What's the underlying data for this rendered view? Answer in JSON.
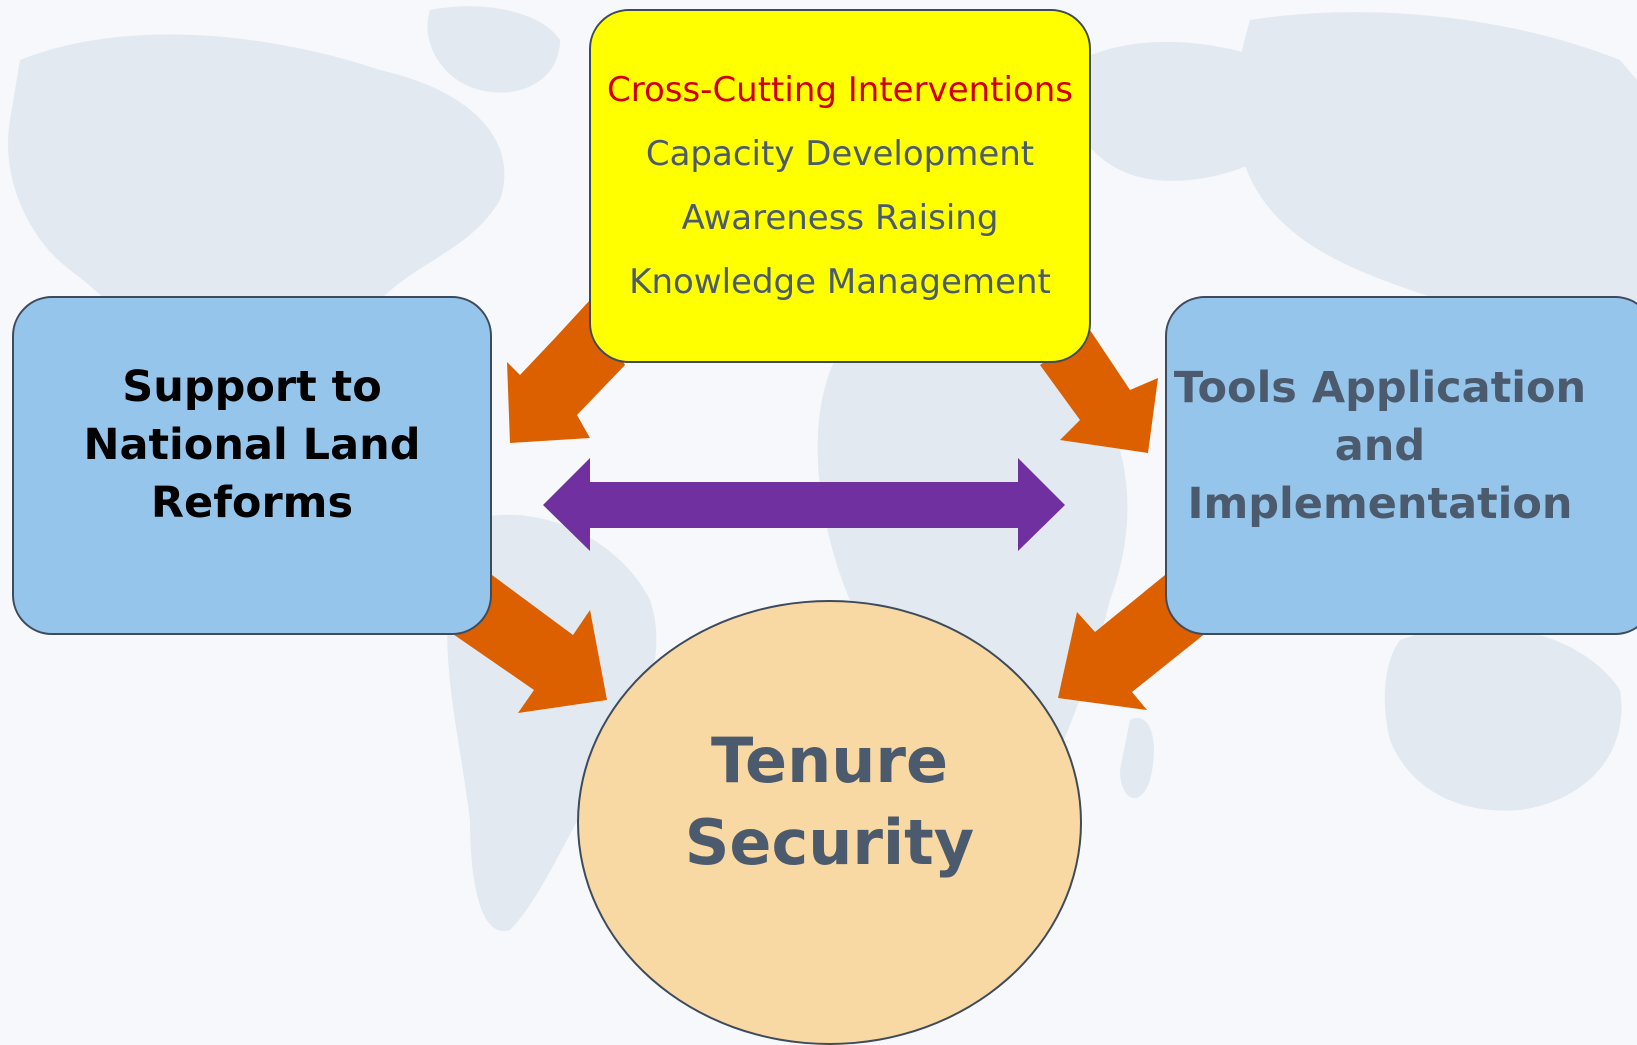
{
  "cross_cutting": {
    "heading": "Cross-Cutting Interventions",
    "items": [
      "Capacity Development",
      "Awareness Raising",
      "Knowledge Management"
    ]
  },
  "left_box": {
    "label": "Support to National Land  Reforms"
  },
  "right_box": {
    "label": "Tools Application and Implementation"
  },
  "center": {
    "label": "Tenure Security"
  },
  "colors": {
    "cross_box_fill": "#ffff00",
    "cross_heading": "#d10000",
    "side_box_fill": "#95c5ea",
    "center_fill": "#f8d8a3",
    "flow_arrow": "#dc5f00",
    "link_arrow": "#7030a0"
  }
}
